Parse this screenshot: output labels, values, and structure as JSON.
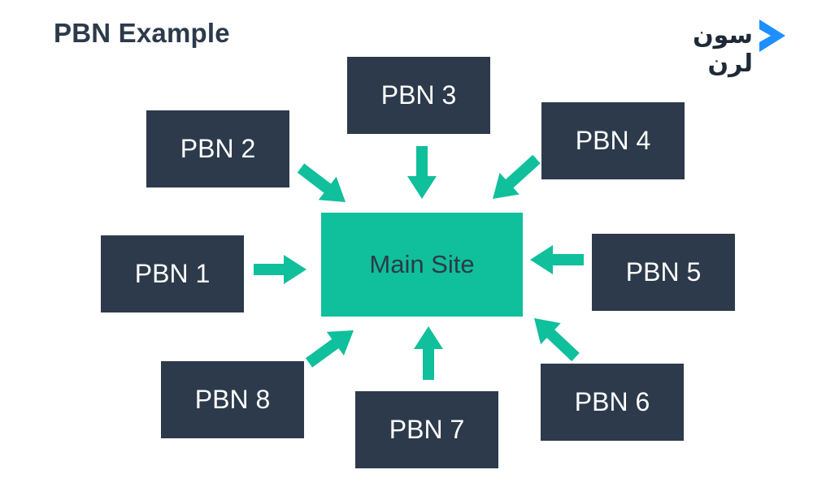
{
  "title": "PBN Example",
  "logo": {
    "text": "سون لرن",
    "mark_color": "#1e8fff"
  },
  "main_site": {
    "label": "Main Site"
  },
  "pbn_nodes": [
    {
      "id": "pbn-1",
      "label": "PBN 1"
    },
    {
      "id": "pbn-2",
      "label": "PBN 2"
    },
    {
      "id": "pbn-3",
      "label": "PBN 3"
    },
    {
      "id": "pbn-4",
      "label": "PBN 4"
    },
    {
      "id": "pbn-5",
      "label": "PBN 5"
    },
    {
      "id": "pbn-6",
      "label": "PBN 6"
    },
    {
      "id": "pbn-7",
      "label": "PBN 7"
    },
    {
      "id": "pbn-8",
      "label": "PBN 8"
    }
  ],
  "colors": {
    "node_fill": "#2c3a4b",
    "main_fill": "#10bf9c",
    "arrow": "#10bf9c",
    "title": "#2c3a4b"
  }
}
